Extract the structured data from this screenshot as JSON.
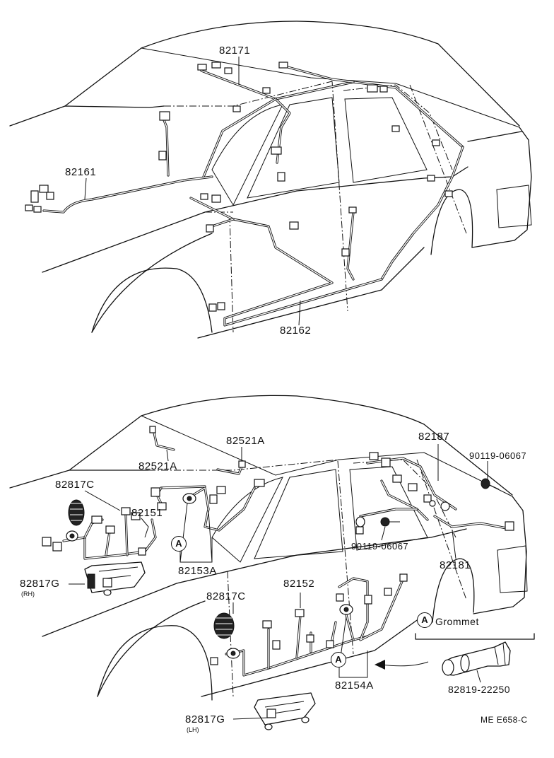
{
  "diagram": {
    "top_labels": {
      "p82171": "82171",
      "p82161": "82161",
      "p82162": "82162"
    },
    "bottom_labels": {
      "p82521A_right": "82521A",
      "p82521A_left": "82521A",
      "p82187": "82187",
      "p90119_right": "90119-06067",
      "p82817C_top": "82817C",
      "p82151": "82151",
      "p90119_mid": "90119-06067",
      "p82153A": "82153A",
      "p82181": "82181",
      "p82817G_top": "82817G",
      "rh_note": "(RH)",
      "p82152": "82152",
      "p82817C_bottom": "82817C",
      "grommet_marker": "A",
      "grommet_label": "Grommet",
      "p82154A": "82154A",
      "p82819": "82819-22250",
      "p82817G_bottom": "82817G",
      "lh_note": "(LH)",
      "marker_a1": "A",
      "marker_a2": "A",
      "ref_code": "ME E658-C"
    }
  }
}
